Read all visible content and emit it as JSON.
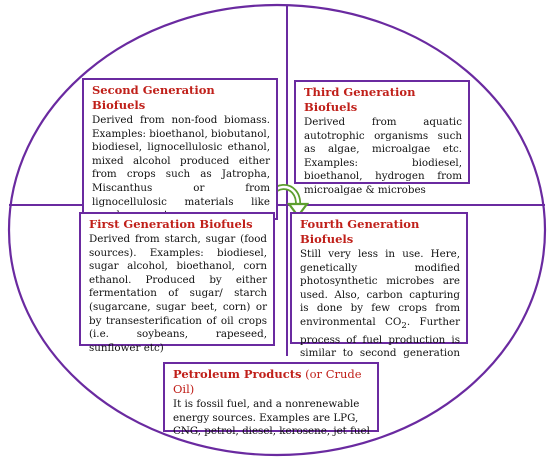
{
  "colors": {
    "border": "#6a2aa0",
    "title_red": "#c0201a",
    "arrow_green": "#5c9e2e"
  },
  "second_gen": {
    "title": "Second Generation Biofuels",
    "body": "Derived from non-food biomass. Examples: bioethanol, biobutanol, biodiesel, lignocellulosic ethanol, mixed alcohol produced either from crops such as Jatropha, Miscanthus or from lignocellulosic materials like wood, grass etc"
  },
  "third_gen": {
    "title": "Third Generation Biofuels",
    "body": "Derived from aquatic autotrophic organisms such as algae, microalgae etc. Examples: biodiesel, bioethanol, hydrogen from microalgae & microbes"
  },
  "first_gen": {
    "title": "First Generation Biofuels",
    "body": "Derived from starch, sugar (food sources). Examples: biodiesel, sugar alcohol, bioethanol, corn ethanol. Produced by either fermentation of sugar/ starch (sugarcane, sugar beet, corn) or by transesterification of oil crops (i.e. soybeans, rapeseed, sunflower etc)"
  },
  "fourth_gen": {
    "title": "Fourth Generation Biofuels",
    "body_before_sub": "Still very less in use. Here, genetically modified photosynthetic microbes are used. Also, carbon capturing is done by few crops from environmental CO",
    "co2_subscript": "2",
    "body_after_sub": ". Further process of fuel production is similar to second generation biofuels"
  },
  "petroleum": {
    "title_bold": "Petroleum Products",
    "title_plain": " (or Crude Oil)",
    "body": "It is fossil fuel, and a nonrenewable energy sources. Examples are LPG, CNG, petrol, diesel, kerosene, jet fuel"
  }
}
